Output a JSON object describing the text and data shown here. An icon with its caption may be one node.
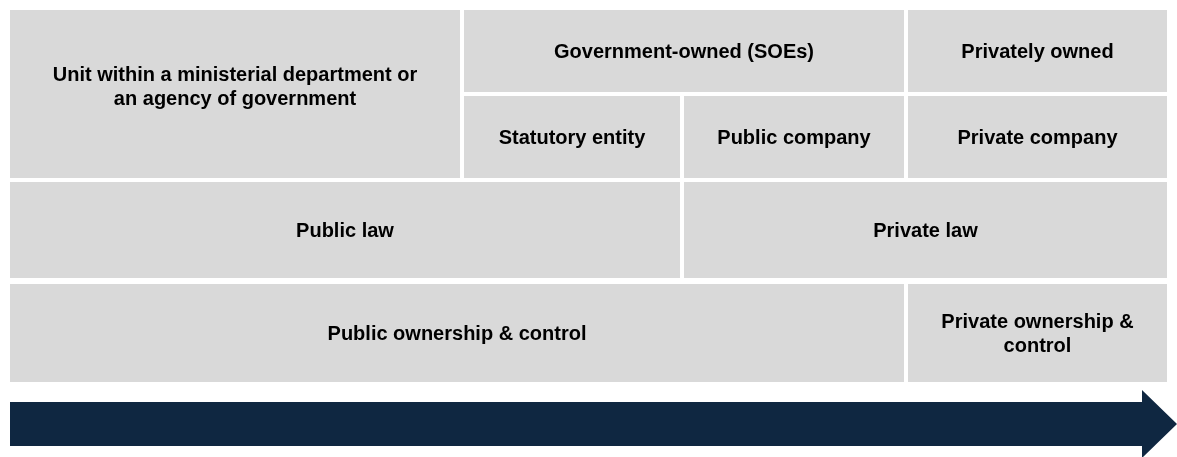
{
  "diagram": {
    "nodes": [
      {
        "text": [
          "Unit within a ministerial department or an agency of government"
        ]
      },
      {
        "text": [
          "Government-owned (SOEs)"
        ]
      },
      {
        "text": [
          "Privately owned"
        ]
      },
      {
        "text": [
          "Statutory entity"
        ]
      },
      {
        "text": [
          "Public company"
        ]
      },
      {
        "text": [
          "Private company"
        ]
      },
      {
        "text": [
          "Public law"
        ]
      },
      {
        "text": [
          "Private law"
        ]
      },
      {
        "text": [
          "Public ownership & control"
        ]
      },
      {
        "text": [
          "Private ownership & control"
        ]
      }
    ]
  }
}
